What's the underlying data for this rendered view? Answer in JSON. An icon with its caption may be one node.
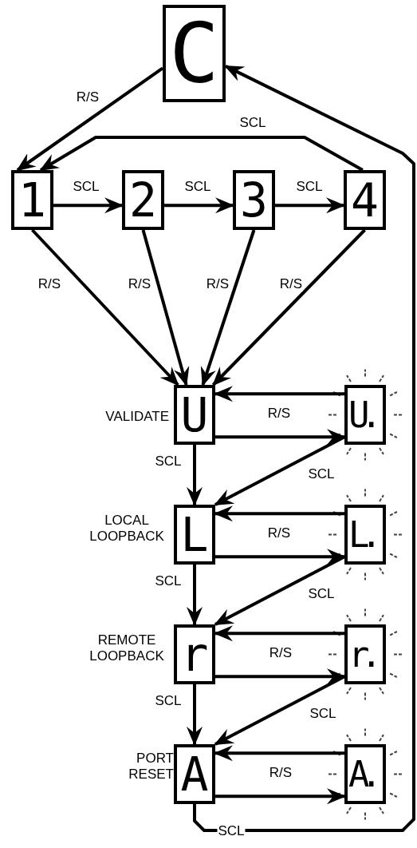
{
  "diagram": {
    "nodes": [
      {
        "text": [
          "C"
        ]
      },
      {
        "text": [
          "1"
        ]
      },
      {
        "text": [
          "2"
        ]
      },
      {
        "text": [
          "3"
        ]
      },
      {
        "text": [
          "4"
        ]
      },
      {
        "text": [
          "U"
        ],
        "beside": [
          "VALIDATE"
        ]
      },
      {
        "text": [
          "U."
        ]
      },
      {
        "text": [
          "L"
        ],
        "beside": [
          "LOCAL LOOPBACK"
        ]
      },
      {
        "text": [
          "L."
        ]
      },
      {
        "text": [
          "r"
        ],
        "beside": [
          "REMOTE LOOPBACK"
        ]
      },
      {
        "text": [
          "r."
        ]
      },
      {
        "text": [
          "A"
        ],
        "beside": [
          "PORT RESET"
        ]
      },
      {
        "text": [
          "A."
        ]
      }
    ],
    "edges": [
      {
        "from": 0,
        "to": 1,
        "arrow": "to",
        "label": "R/S"
      },
      {
        "from": 1,
        "to": 2,
        "arrow": "to",
        "label": "SCL"
      },
      {
        "from": 2,
        "to": 3,
        "arrow": "to",
        "label": "SCL"
      },
      {
        "from": 3,
        "to": 4,
        "arrow": "to",
        "label": "SCL"
      },
      {
        "from": 4,
        "to": 1,
        "arrow": "to",
        "label": "SCL"
      },
      {
        "from": 1,
        "to": 5,
        "arrow": "to",
        "label": "R/S"
      },
      {
        "from": 2,
        "to": 5,
        "arrow": "to",
        "label": "R/S"
      },
      {
        "from": 3,
        "to": 5,
        "arrow": "to",
        "label": "R/S"
      },
      {
        "from": 4,
        "to": 5,
        "arrow": "to",
        "label": "R/S"
      },
      {
        "from": 5,
        "to": 6,
        "arrow": "to",
        "label": "R/S"
      },
      {
        "from": 6,
        "to": 5,
        "arrow": "to"
      },
      {
        "from": 5,
        "to": 7,
        "arrow": "to",
        "label": "SCL"
      },
      {
        "from": 6,
        "to": 7,
        "arrow": "to",
        "label": "SCL"
      },
      {
        "from": 7,
        "to": 8,
        "arrow": "to",
        "label": "R/S"
      },
      {
        "from": 8,
        "to": 7,
        "arrow": "to"
      },
      {
        "from": 7,
        "to": 9,
        "arrow": "to",
        "label": "SCL"
      },
      {
        "from": 8,
        "to": 9,
        "arrow": "to",
        "label": "SCL"
      },
      {
        "from": 9,
        "to": 10,
        "arrow": "to",
        "label": "R/S"
      },
      {
        "from": 10,
        "to": 9,
        "arrow": "to"
      },
      {
        "from": 9,
        "to": 11,
        "arrow": "to",
        "label": "SCL"
      },
      {
        "from": 10,
        "to": 11,
        "arrow": "to",
        "label": "SCL"
      },
      {
        "from": 11,
        "to": 12,
        "arrow": "to",
        "label": "R/S"
      },
      {
        "from": 12,
        "to": 11,
        "arrow": "to"
      },
      {
        "from": 11,
        "to": 0,
        "arrow": "to",
        "label": "SCL"
      }
    ]
  }
}
